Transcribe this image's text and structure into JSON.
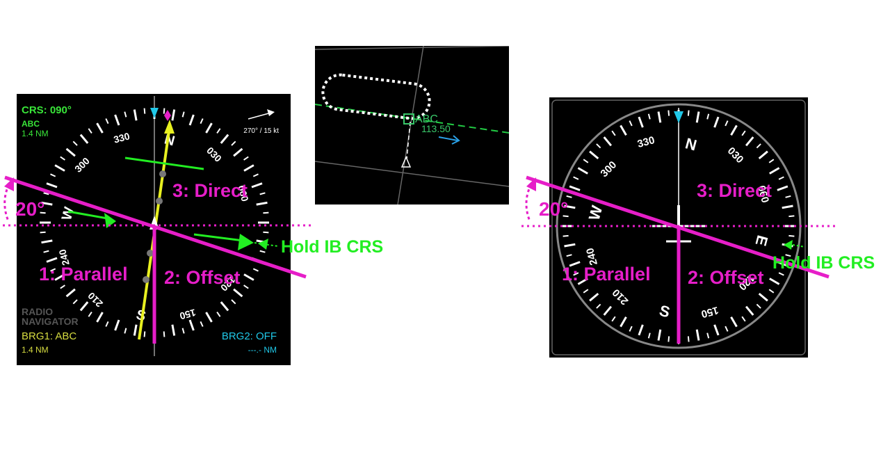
{
  "colors": {
    "magenta": "#e61ec8",
    "green": "#22ee22",
    "text_green": "#39e639",
    "cyan": "#20c8e8",
    "yellow": "#e8f020",
    "yellow_text": "#d6dc40",
    "gray": "#7a7a7a",
    "blue_arrow": "#2aa0e6",
    "panel_bg": "#000000"
  },
  "left_panel": {
    "crs_label": "CRS: 090°",
    "station_ident": "ABC",
    "station_distance": "1.4 NM",
    "wind_text": "270° / 15 kt",
    "radio_navigator_line1": "RADIO",
    "radio_navigator_line2": "NAVIGATOR",
    "brg1_label": "BRG1: ABC",
    "brg1_distance": "1.4 NM",
    "brg2_label": "BRG2: OFF",
    "brg2_distance": "---.- NM",
    "compass_cardinals": {
      "north": "N",
      "south": "S",
      "west": "W"
    },
    "compass_numbers": [
      "330",
      "300",
      "030",
      "060",
      "240",
      "210",
      "150",
      "120"
    ]
  },
  "middle_panel": {
    "station_ident": "ABC",
    "station_frequency": "113.50"
  },
  "right_panel": {
    "compass_cardinals": {
      "north": "N",
      "south": "S",
      "west": "W",
      "east": "E"
    },
    "compass_numbers": [
      "330",
      "300",
      "030",
      "060",
      "240",
      "210",
      "150",
      "120"
    ]
  },
  "annotations": {
    "angle_left": "20°",
    "angle_right": "20°",
    "sector_direct_left": "3: Direct",
    "sector_direct_right": "3: Direct",
    "sector_parallel_left": "1: Parallel",
    "sector_parallel_right": "1: Parallel",
    "sector_offset_left": "2: Offset",
    "sector_offset_right": "2: Offset",
    "hold_ib_crs_left": "Hold IB CRS",
    "hold_ib_crs_right": "Hold IB CRS"
  }
}
